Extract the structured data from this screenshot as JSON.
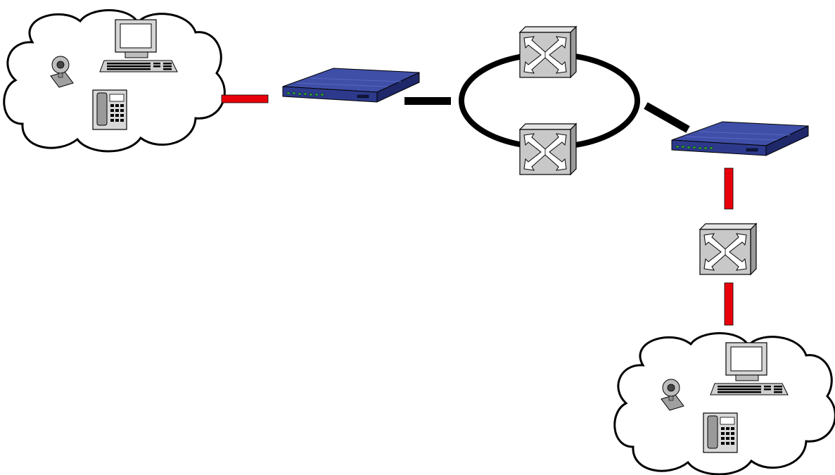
{
  "colors": {
    "background": "#ffffff",
    "access_link": "#e8000b",
    "core_link": "#000000",
    "ring": "#000000",
    "router_body": "#2d3a8c",
    "router_top": "#3f4fa8",
    "switch_face": "#c8c8c8",
    "outline": "#000000"
  },
  "nodes": {
    "site_a_cloud": {
      "icon": "cloud-icon",
      "contains": [
        "webcam-icon",
        "desktop-computer-icon",
        "telephone-icon"
      ]
    },
    "edge_router_a": {
      "icon": "router-icon"
    },
    "ring_switch_top": {
      "icon": "switch-icon"
    },
    "ring_switch_bottom": {
      "icon": "switch-icon"
    },
    "edge_router_b": {
      "icon": "router-icon"
    },
    "access_switch_b": {
      "icon": "switch-icon"
    },
    "site_b_cloud": {
      "icon": "cloud-icon",
      "contains": [
        "webcam-icon",
        "desktop-computer-icon",
        "telephone-icon"
      ]
    }
  },
  "links": [
    {
      "from": "site_a_cloud",
      "to": "edge_router_a",
      "style": "access_link"
    },
    {
      "from": "edge_router_a",
      "to": "core_ring",
      "style": "core_link"
    },
    {
      "from": "core_ring",
      "to": "edge_router_b",
      "style": "core_link"
    },
    {
      "from": "edge_router_b",
      "to": "access_switch_b",
      "style": "access_link"
    },
    {
      "from": "access_switch_b",
      "to": "site_b_cloud",
      "style": "access_link"
    }
  ]
}
